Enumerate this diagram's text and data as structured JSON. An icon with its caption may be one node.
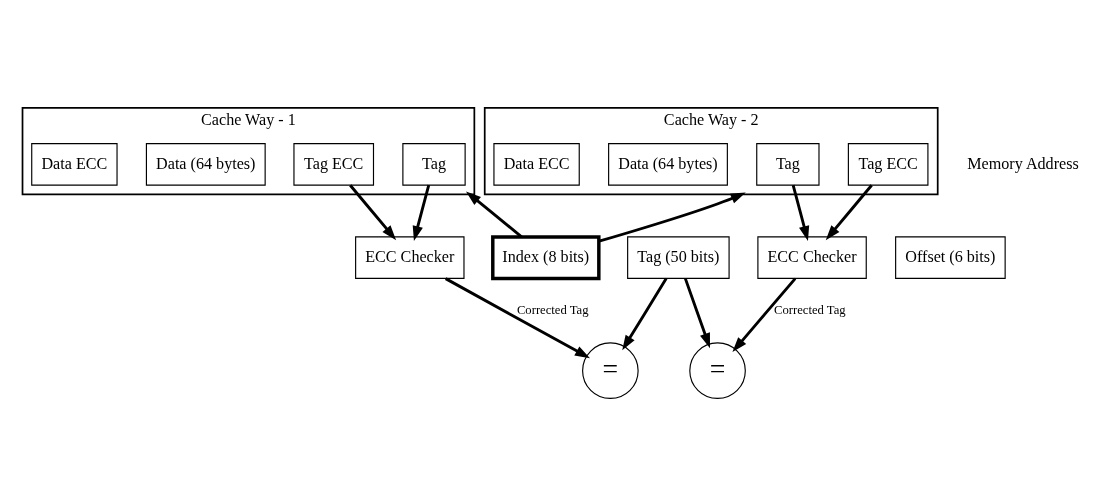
{
  "diagram": {
    "nodes": [
      {
        "text": [
          "Cache Way - 1"
        ]
      },
      {
        "text": [
          "Tag"
        ],
        "in": 0
      },
      {
        "text": [
          "Tag ECC"
        ],
        "in": 0
      },
      {
        "text": [
          "Data (64 bytes)"
        ],
        "in": 0
      },
      {
        "text": [
          "Data ECC"
        ],
        "in": 0
      },
      {
        "text": [
          "Cache Way - 2"
        ]
      },
      {
        "text": [
          "Tag"
        ],
        "in": 5
      },
      {
        "text": [
          "Tag ECC"
        ],
        "in": 5
      },
      {
        "text": [
          "Data (64 bytes)"
        ],
        "in": 5
      },
      {
        "text": [
          "Data ECC"
        ],
        "in": 5
      },
      {
        "text": [
          "ECC Checker"
        ]
      },
      {
        "text": [
          "Tag (50 bits)"
        ]
      },
      {
        "text": [
          "Index (8 bits)"
        ]
      },
      {
        "text": [
          "Offset (6 bits)"
        ]
      },
      {
        "text": [
          "ECC Checker"
        ]
      },
      {
        "text": [
          "="
        ]
      },
      {
        "text": [
          "="
        ]
      }
    ],
    "edges": [
      {
        "from": 1,
        "to": 10,
        "arrow": "to"
      },
      {
        "from": 2,
        "to": 10,
        "arrow": "to"
      },
      {
        "from": 6,
        "to": 14,
        "arrow": "to"
      },
      {
        "from": 7,
        "to": 14,
        "arrow": "to"
      },
      {
        "from": 12,
        "to": 0,
        "arrow": "to"
      },
      {
        "from": 12,
        "to": 5,
        "arrow": "to"
      },
      {
        "from": 10,
        "to": 15,
        "arrow": "to",
        "label": "Corrected Tag"
      },
      {
        "from": 14,
        "to": 16,
        "arrow": "to",
        "label": "Corrected Tag"
      },
      {
        "from": 11,
        "to": 15,
        "arrow": "to"
      },
      {
        "from": 11,
        "to": 16,
        "arrow": "to"
      }
    ],
    "labels": [
      "Memory Address"
    ]
  }
}
